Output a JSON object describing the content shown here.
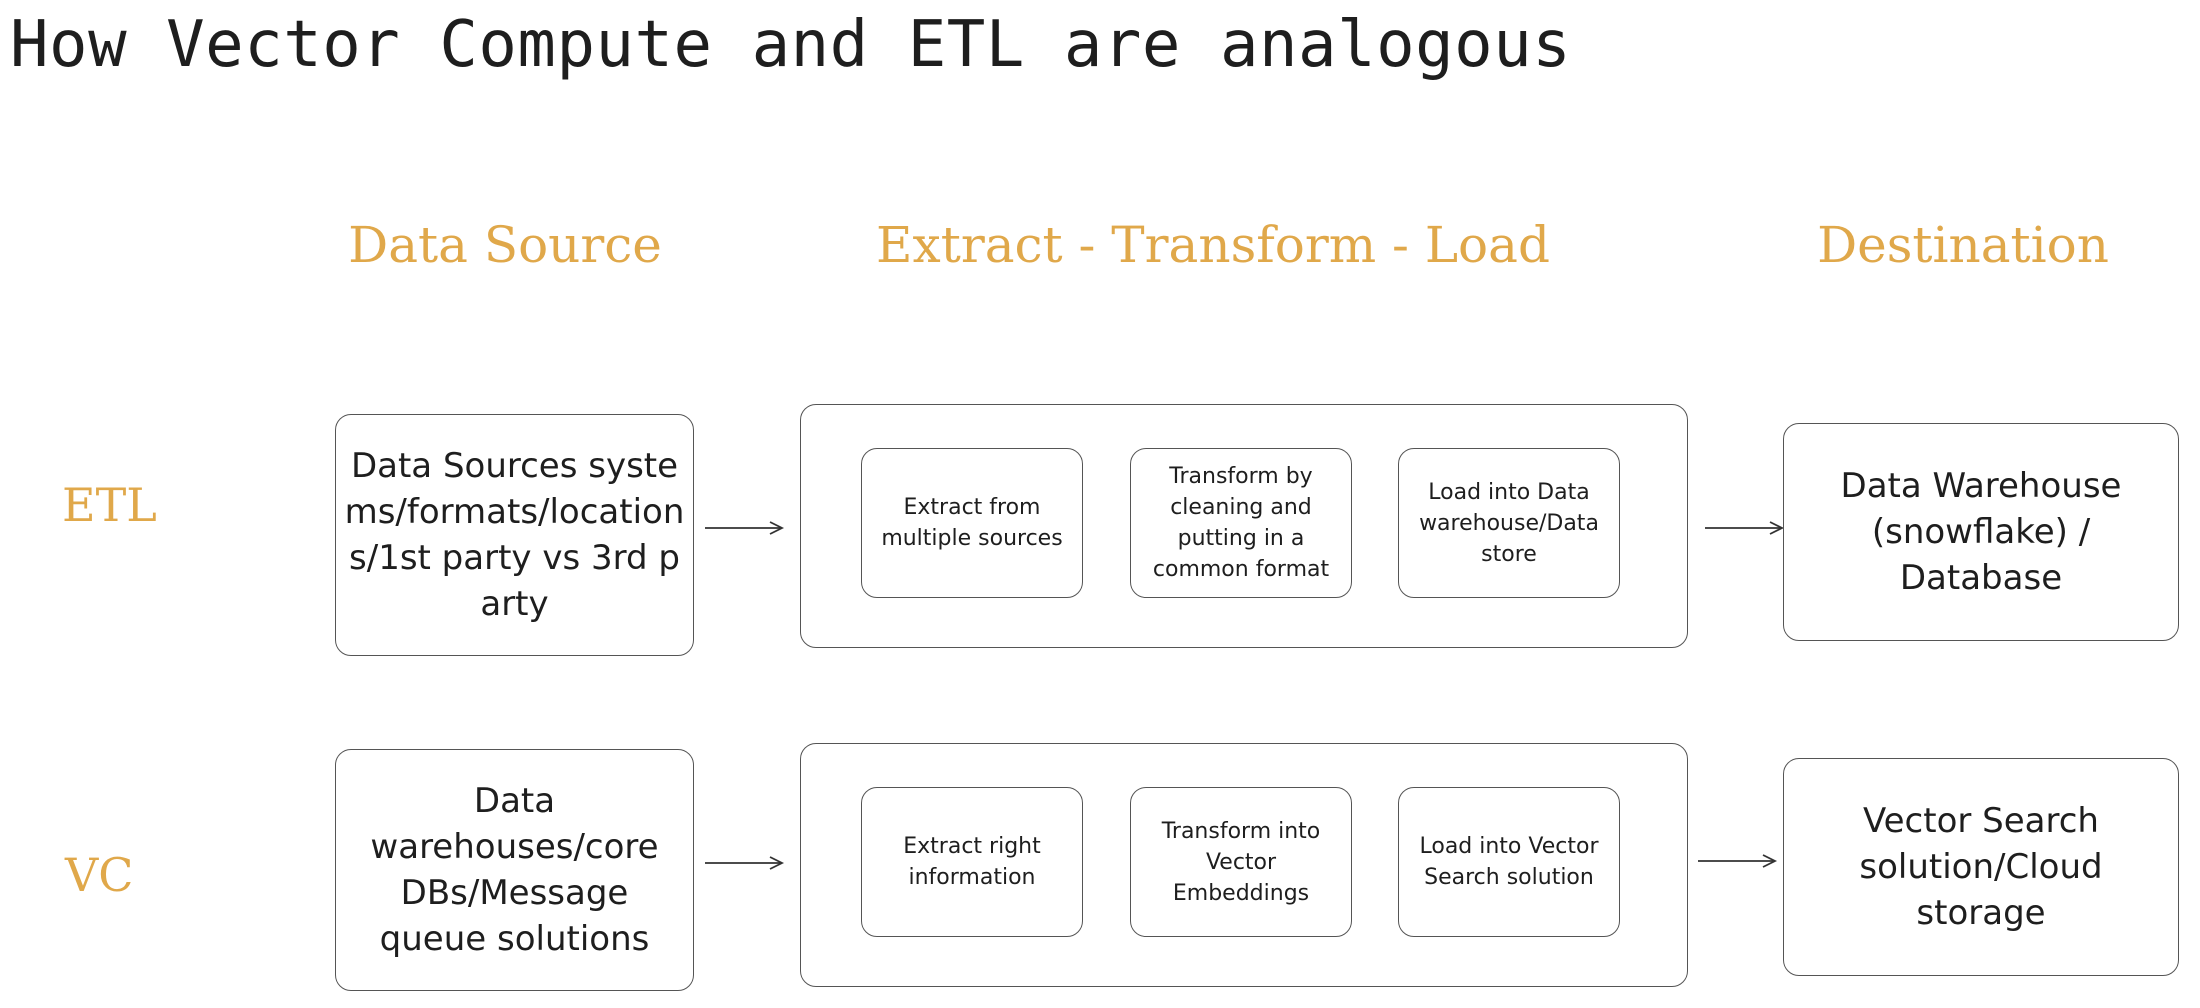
{
  "title": "How Vector Compute and ETL are analogous",
  "column_headers": {
    "source": "Data Source",
    "process": "Extract - Transform - Load",
    "destination": "Destination"
  },
  "rows": {
    "etl": {
      "label": "ETL",
      "source": "Data Sources systems/formats/locations/1st party vs 3rd party",
      "steps": {
        "extract": "Extract from multiple sources",
        "transform": "Transform by cleaning and putting in a common format",
        "load": "Load into Data warehouse/Data store"
      },
      "destination": "Data Warehouse (snowflake) / Database"
    },
    "vc": {
      "label": "VC",
      "source": "Data warehouses/core DBs/Message queue solutions",
      "steps": {
        "extract": "Extract right information",
        "transform": "Transform into Vector Embeddings",
        "load": "Load into Vector Search solution"
      },
      "destination": "Vector Search solution/Cloud storage"
    }
  },
  "colors": {
    "accent": "#e0a84a",
    "text": "#1e1e1e",
    "stroke": "#555555"
  }
}
